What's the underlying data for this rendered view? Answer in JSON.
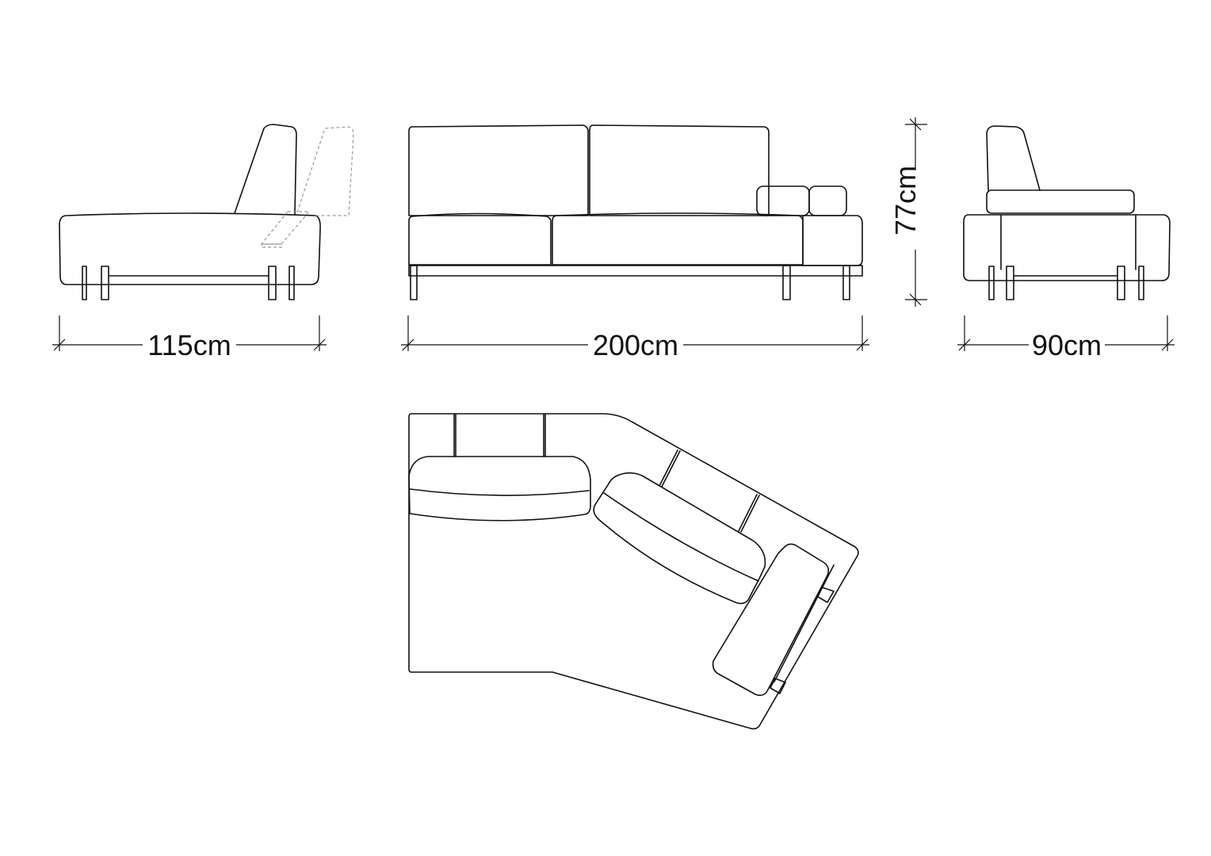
{
  "dimensions": {
    "side_depth": "115cm",
    "front_width": "200cm",
    "height": "77cm",
    "side_depth_right": "90cm"
  },
  "views": [
    "side-view-left",
    "front-view",
    "side-view-right",
    "plan-view"
  ],
  "colors": {
    "line": "#111111",
    "ghost": "#999999",
    "background": "#ffffff"
  }
}
